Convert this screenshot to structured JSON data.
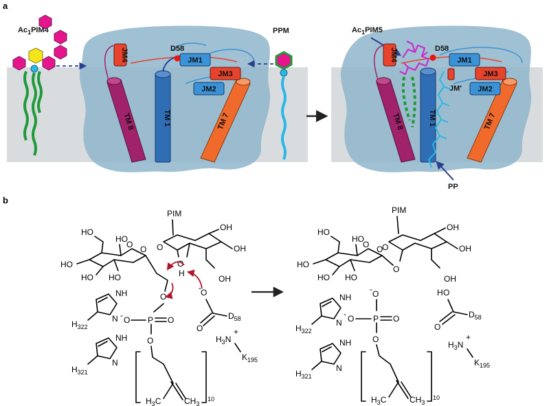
{
  "panels": {
    "a": "a",
    "b": "b"
  },
  "panel_a": {
    "left": {
      "ligand_label": "Ac",
      "ligand_sub": "1",
      "ligand_rest": "PIM4",
      "donor_label": "PPM",
      "residue": "D58",
      "jm1": "JM1",
      "jm2": "JM2",
      "jm3": "JM3",
      "jm4": "JM4",
      "tm1": "TM 1",
      "tm7": "TM 7",
      "tm8": "TM 8"
    },
    "right": {
      "product_label": "Ac",
      "product_sub": "1",
      "product_rest": "PIM5",
      "residue": "D58",
      "jm1": "JM1",
      "jm2": "JM2",
      "jm3": "JM3",
      "jm4": "JM4",
      "jm_prime": "JM'",
      "tm1": "TM 1",
      "tm7": "TM 7",
      "tm8": "TM 8",
      "pp_label": "PP"
    },
    "colors": {
      "membrane": "#d9dcdf",
      "protein": "#8fb5cb",
      "tm8": "#a0226a",
      "tm1": "#2f6db5",
      "tm7": "#f06a2c",
      "jm_blue": "#3a93d6",
      "jm_red": "#e8432c",
      "mannose": "#e6158c",
      "inositol": "#f5e61b",
      "lipid_green": "#1f9a3a",
      "lipid_cyan": "#2bb7e6",
      "arrow": "#2b3f8f"
    }
  },
  "panel_b": {
    "pim_label": "PIM",
    "oh": "HO",
    "oh_r": "OH",
    "o": "O",
    "p": "P",
    "o_minus": "O",
    "minus": "-",
    "h_transfer": "H",
    "d58": "D",
    "d58_sub": "58",
    "h322": "H",
    "h322_sub": "322",
    "h321": "H",
    "h321_sub": "321",
    "nh": "NH",
    "n": "N",
    "k195": "K",
    "k195_sub": "195",
    "h3n": "H",
    "h3n_sub": "3",
    "n_plus": "N",
    "plus": "+",
    "h3c": "H",
    "h3c_sub": "3",
    "c": "C",
    "ch3": "CH",
    "ch3_sub": "3",
    "repeat": "10",
    "colors": {
      "pim": "#e0307e",
      "h_transfer": "#1f8a3a",
      "curly_arrow": "#b3162b"
    }
  }
}
